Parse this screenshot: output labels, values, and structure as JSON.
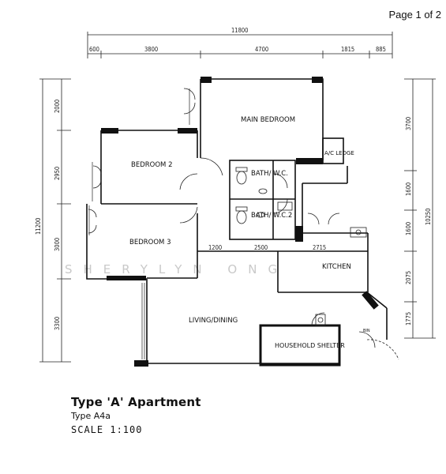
{
  "page_counter": "Page 1 of 2",
  "watermark": "SHERYLYN ONG",
  "dimensions": {
    "overall_width": "11800",
    "top_segments": [
      "600",
      "3800",
      "4700",
      "1815",
      "885"
    ],
    "overall_height_left": "11200",
    "left_segments": [
      "2000",
      "2950",
      "3000",
      "3300"
    ],
    "overall_height_right": "10250",
    "right_segments": [
      "3700",
      "1600",
      "1600",
      "2075",
      "1775"
    ],
    "interior": [
      "1200",
      "2500",
      "2715"
    ]
  },
  "rooms": {
    "main_bedroom": "MAIN BEDROOM",
    "bedroom_2": "BEDROOM 2",
    "bedroom_3": "BEDROOM 3",
    "bath_wc": "BATH/ W.C.",
    "bath_wc2": "BATH/ W.C.2",
    "ac_ledge": "A/C LEDGE",
    "kitchen": "KITCHEN",
    "living_dining": "LIVING/DINING",
    "household_shelter": "HOUSEHOLD SHELTER",
    "bin_label": "BIN"
  },
  "caption": {
    "title": "Type 'A' Apartment",
    "subtitle": "Type A4a",
    "scale": "SCALE 1:100"
  }
}
